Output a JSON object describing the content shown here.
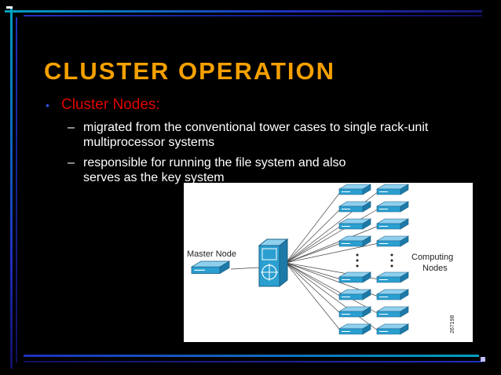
{
  "slide": {
    "title": "CLUSTER OPERATION",
    "bullet": "Cluster Nodes:",
    "sub_bullets": [
      "migrated from the conventional tower cases to single rack-unit multiprocessor systems",
      "responsible for running the file system and also serves as the key system"
    ]
  },
  "diagram": {
    "master_label": "Master Node",
    "computing_label_line1": "Computing",
    "computing_label_line2": "Nodes",
    "figure_id": "267198"
  },
  "colors": {
    "title": "#f5a000",
    "bullet": "#e00000",
    "bullet_marker": "#3050e0",
    "frame_blue": "#2030c0",
    "frame_teal": "#00a0c0",
    "device": "#2a9fd0"
  },
  "icons": [
    "server-icon",
    "switch-icon"
  ]
}
